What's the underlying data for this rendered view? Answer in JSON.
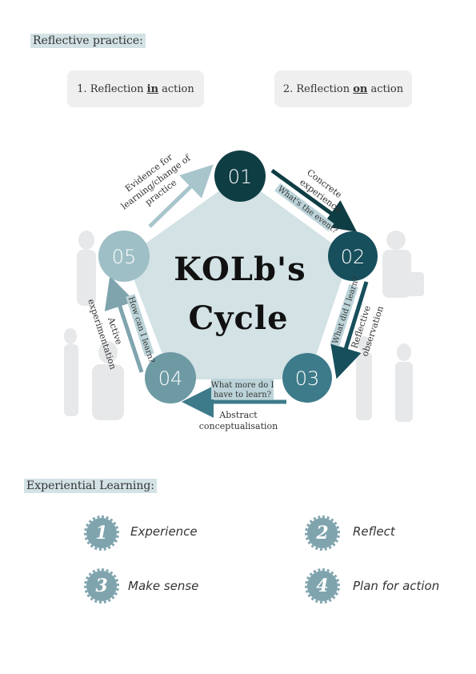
{
  "reflective": {
    "heading": "Reflective practice:",
    "in_prefix": "1. Reflection ",
    "in_key": "in",
    "in_suffix": " action",
    "on_prefix": "2. Reflection ",
    "on_key": "on",
    "on_suffix": " action"
  },
  "cycle": {
    "title_line1": "KOLb's",
    "title_line2": "Cycle",
    "nodes": [
      "01",
      "02",
      "03",
      "04",
      "05"
    ],
    "stage_labels": {
      "concrete_1": "Concrete",
      "concrete_2": "experience",
      "reflective_1": "Reflective",
      "reflective_2": "observation",
      "abstract_1": "Abstract",
      "abstract_2": "conceptualisation",
      "active_1": "Active",
      "active_2": "experimentation",
      "evidence_1": "Evidence for",
      "evidence_2": "learning/change of",
      "evidence_3": "practice"
    },
    "questions": {
      "event": "What's the event?",
      "learn": "What did I learn?",
      "more_1": "What more do I",
      "more_2": "have to learn?",
      "how": "How can I learn?"
    },
    "colors": {
      "node01": "#0f3d44",
      "node02": "#174f5c",
      "node03": "#3e7b8a",
      "node04": "#6e9aa4",
      "node05": "#9ebfc6",
      "pentagon": "#d3e2e5"
    }
  },
  "experiential": {
    "heading": "Experiential Learning:",
    "items": [
      {
        "num": "1",
        "label": "Experience"
      },
      {
        "num": "2",
        "label": "Reflect"
      },
      {
        "num": "3",
        "label": "Make sense"
      },
      {
        "num": "4",
        "label": "Plan for action"
      }
    ]
  }
}
